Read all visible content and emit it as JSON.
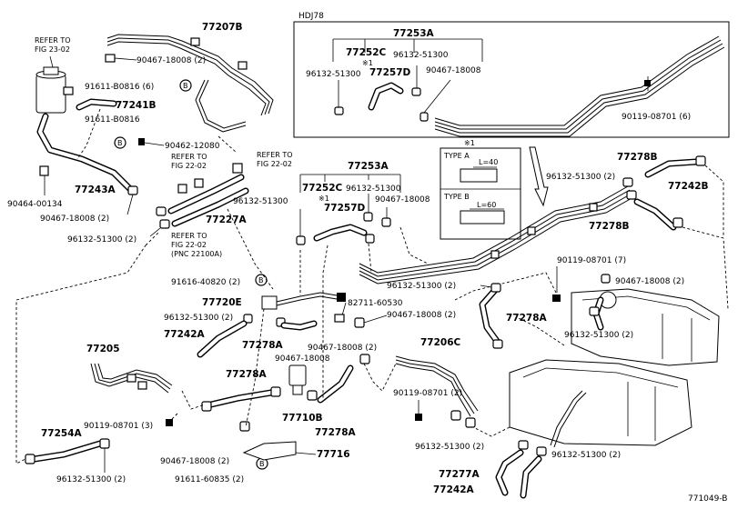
{
  "variant_label": "HDJ78",
  "diagram_code": "771049-B",
  "ref_notes": [
    {
      "line1": "REFER TO",
      "line2": "FIG 23-02",
      "line3": ""
    },
    {
      "line1": "REFER TO",
      "line2": "FIG 22-02",
      "line3": ""
    },
    {
      "line1": "REFER TO",
      "line2": "FIG 22-02",
      "line3": "(PNC 22100A)"
    },
    {
      "line1": "REFER TO",
      "line2": "FIG 22-02",
      "line3": ""
    }
  ],
  "symbols": {
    "mark": "※1",
    "circle_b": "B"
  },
  "type_box": {
    "title": "※1",
    "type_a": "TYPE A",
    "type_a_len": "L=40",
    "type_b": "TYPE B",
    "type_b_len": "L=60"
  },
  "parts": {
    "p77253A_top": "77253A",
    "p77252C_top": "77252C",
    "p77257D_top": "77257D",
    "p96132_51300_t1": "96132-51300",
    "p96132_51300_t2": "96132-51300",
    "p90467_18008_t1": "90467-18008",
    "p90119_08701_6": "90119-08701 (6)",
    "p77207B": "77207B",
    "p90467_18008_2a": "90467-18008 (2)",
    "p91611_B0816_6": "91611-B0816 (6)",
    "p77241B": "77241B",
    "p91611_B0816": "91611-B0816",
    "p90462_12080": "90462-12080",
    "p77243A": "77243A",
    "p90464_00134": "90464-00134",
    "p90467_18008_2b": "90467-18008 (2)",
    "p96132_51300_2a": "96132-51300 (2)",
    "p77227A": "77227A",
    "p77253A_mid": "77253A",
    "p77252C_mid": "77252C",
    "p77257D_mid": "77257D",
    "p96132_51300_m1": "96132-51300",
    "p96132_51300_m2": "96132-51300",
    "p90467_18008_m1": "90467-18008",
    "p77278B_a": "77278B",
    "p96132_51300_2b": "96132-51300 (2)",
    "p77242B": "77242B",
    "p77278B_b": "77278B",
    "p90119_08701_7": "90119-08701 (7)",
    "p90467_18008_2c": "90467-18008 (2)",
    "p96132_51300_2c": "96132-51300 (2)",
    "p91616_40820_2": "91616-40820 (2)",
    "p77720E": "77720E",
    "p96132_51300_2d": "96132-51300 (2)",
    "p77242A_a": "77242A",
    "p82711_60530": "82711-60530",
    "p90467_18008_2d": "90467-18008 (2)",
    "p77278A_a": "77278A",
    "p96132_51300_2e": "96132-51300 (2)",
    "p77278A_b": "77278A",
    "p90467_18008_2e": "90467-18008 (2)",
    "p90467_18008_s": "90467-18008",
    "p77205": "77205",
    "p77206C": "77206C",
    "p77278A_c": "77278A",
    "p77710B": "77710B",
    "p77278A_d": "77278A",
    "p90119_08701_2": "90119-08701 (2)",
    "p90119_08701_3": "90119-08701 (3)",
    "p77254A": "77254A",
    "p90467_18008_2f": "90467-18008 (2)",
    "p91611_60835_2": "91611-60835 (2)",
    "p77716": "77716",
    "p96132_51300_2f": "96132-51300 (2)",
    "p96132_51300_2g": "96132-51300 (2)",
    "p96132_51300_2h": "96132-51300 (2)",
    "p77277A": "77277A",
    "p77242A_b": "77242A"
  }
}
